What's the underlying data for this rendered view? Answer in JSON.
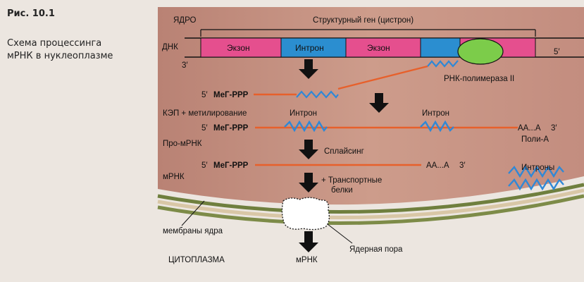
{
  "figure": {
    "number": "Рис. 10.1",
    "title_line1": "Схема процессинга",
    "title_line2": "мРНК в нуклеоплазме"
  },
  "diagram": {
    "nucleus_label": "ЯДРО",
    "gene_label": "Структурный ген (цистрон)",
    "dna_label": "ДНК",
    "end_5": "5′",
    "end_3": "3′",
    "exon_1": "Экзон",
    "intron_1": "Интрон",
    "exon_2": "Экзон",
    "polymerase_label": "РНК-полимераза II",
    "cap_1": "МеГ-PPP",
    "cap_2": "МеГ-PPP",
    "cap_3": "МеГ-PPP",
    "capping_label": "КЭП + метилирование",
    "intron_label_1": "Интрон",
    "intron_label_2": "Интрон",
    "polyA_end": "АА...А",
    "polyA_label": "Поли-А",
    "pre_mrna_label": "Про-мРНК",
    "splicing_label": "Сплайсинг",
    "mrna_label": "мРНК",
    "mrna_polyA": "АА...А",
    "introns_label": "Интроны",
    "transport_line1": "+ Транспортные",
    "transport_line2": "белки",
    "membranes_label": "мембраны ядра",
    "pore_label": "Ядерная пора",
    "cytoplasm_label": "ЦИТОПЛАЗМА",
    "mrna_out": "мРНК"
  },
  "colors": {
    "nucleoplasm": "#c79383",
    "exon": "#e54f8e",
    "intron": "#2b8ed0",
    "polymerase": "#7ccc4a",
    "rna_line": "#e7602b",
    "zigzag": "#2f88d6",
    "membrane": "#6f7f3e"
  }
}
